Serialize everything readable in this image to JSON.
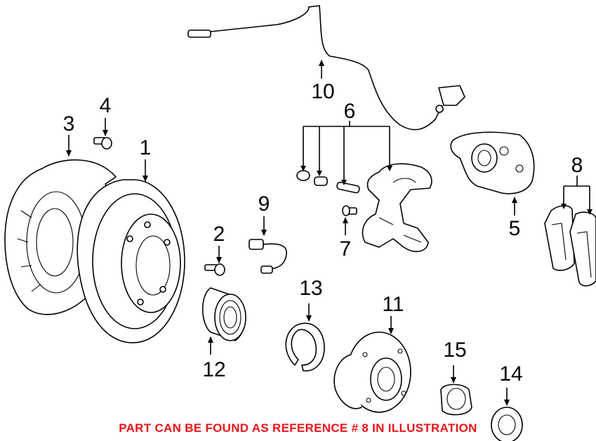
{
  "callouts": {
    "c1": "1",
    "c2": "2",
    "c3": "3",
    "c4": "4",
    "c5": "5",
    "c6": "6",
    "c7": "7",
    "c8": "8",
    "c9": "9",
    "c10": "10",
    "c11": "11",
    "c12": "12",
    "c13": "13",
    "c14": "14",
    "c15": "15"
  },
  "footer": {
    "note": "PART CAN BE FOUND AS REFERENCE # 8 IN ILLUSTRATION"
  },
  "colors": {
    "note_text": "#e8141b",
    "line_art": "#000000",
    "background": "#ffffff"
  }
}
